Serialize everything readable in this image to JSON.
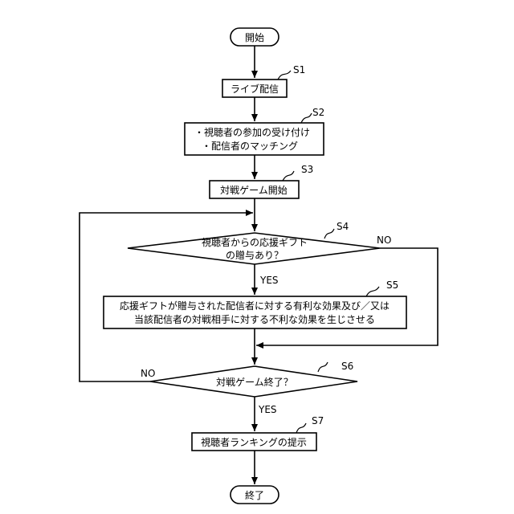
{
  "diagram": {
    "start": "開始",
    "s1_box": "ライブ配信",
    "s2_box_line1": "・視聴者の参加の受け付け",
    "s2_box_line2": "・配信者のマッチング",
    "s3_box": "対戦ゲーム開始",
    "s4_decision_line1": "視聴者からの応援ギフト",
    "s4_decision_line2": "の贈与あり？",
    "s5_box_line1": "応援ギフトが贈与された配信者に対する有利な効果及び／又は",
    "s5_box_line2": "当該配信者の対戦相手に対する不利な効果を生じさせる",
    "s6_decision": "対戦ゲーム終了？",
    "s7_box": "視聴者ランキングの提示",
    "end": "終了",
    "labels": {
      "s1": "S1",
      "s2": "S2",
      "s3": "S3",
      "s4": "S4",
      "s5": "S5",
      "s6": "S6",
      "s7": "S7"
    },
    "branches": {
      "s4_yes": "YES",
      "s4_no": "NO",
      "s6_yes": "YES",
      "s6_no": "NO"
    }
  }
}
